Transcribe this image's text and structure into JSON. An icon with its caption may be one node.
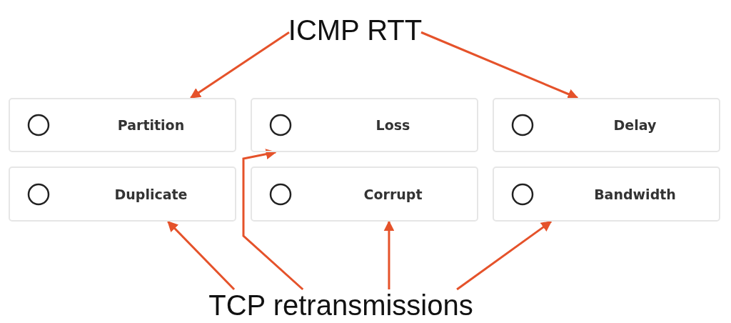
{
  "diagram": {
    "nodes": [
      {
        "text": [
          "ICMP RTT"
        ]
      },
      {
        "text": [
          "Partition"
        ]
      },
      {
        "text": [
          "Loss"
        ]
      },
      {
        "text": [
          "Delay"
        ]
      },
      {
        "text": [
          "Duplicate"
        ]
      },
      {
        "text": [
          "Corrupt"
        ]
      },
      {
        "text": [
          "Bandwidth"
        ]
      },
      {
        "text": [
          "TCP retransmissions"
        ]
      }
    ],
    "edges": [
      {
        "from": 0,
        "to": 1,
        "arrow": "to"
      },
      {
        "from": 0,
        "to": 3,
        "arrow": "to"
      },
      {
        "from": 7,
        "to": 4,
        "arrow": "to"
      },
      {
        "from": 7,
        "to": 2,
        "arrow": "to"
      },
      {
        "from": 7,
        "to": 5,
        "arrow": "to"
      },
      {
        "from": 7,
        "to": 6,
        "arrow": "to"
      }
    ]
  }
}
